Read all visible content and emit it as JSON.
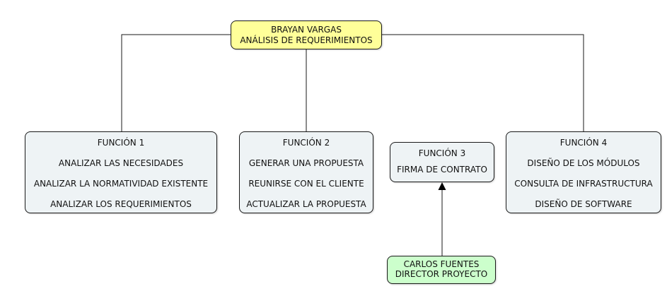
{
  "root": {
    "name": "BRAYAN VARGAS",
    "role": "ANÁLISIS DE REQUERIMIENTOS"
  },
  "functions": [
    {
      "title": "FUNCIÓN 1",
      "items": [
        "ANALIZAR LAS NECESIDADES",
        "ANALIZAR LA NORMATIVIDAD EXISTENTE",
        "ANALIZAR LOS REQUERIMIENTOS"
      ]
    },
    {
      "title": "FUNCIÓN 2",
      "items": [
        "GENERAR UNA PROPUESTA",
        "REUNIRSE CON EL CLIENTE",
        "ACTUALIZAR LA PROPUESTA"
      ]
    },
    {
      "title": "FUNCIÓN 3",
      "items": [
        "FIRMA DE CONTRATO"
      ]
    },
    {
      "title": "FUNCIÓN 4",
      "items": [
        "DISEÑO DE LOS MÓDULOS",
        "CONSULTA DE INFRASTRUCTURA",
        "DISEÑO DE SOFTWARE"
      ]
    }
  ],
  "director": {
    "name": "CARLOS FUENTES",
    "role": "DIRECTOR PROYECTO"
  },
  "colors": {
    "root_fill": "#ffff99",
    "function_fill": "#eef3f5",
    "director_fill": "#ccffcc",
    "line": "#1a1a1a"
  }
}
